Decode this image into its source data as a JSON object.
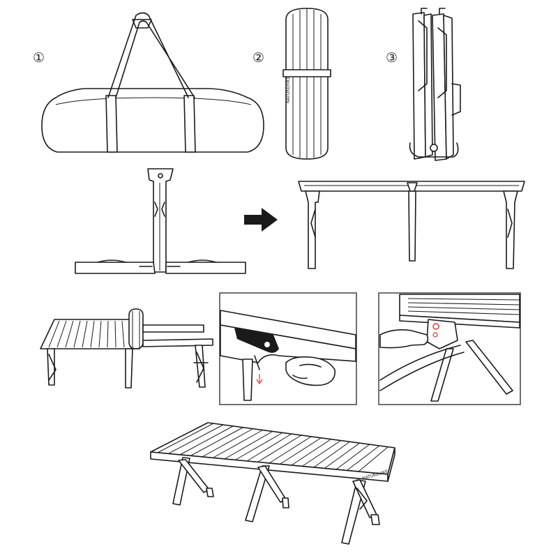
{
  "steps": [
    {
      "number": "①",
      "caption_icon": "carry-bag-icon"
    },
    {
      "number": "②",
      "caption_icon": "rolled-tabletop-icon"
    },
    {
      "number": "③",
      "caption_icon": "folded-frame-icon"
    }
  ],
  "logo_text": "NATUREHIKE",
  "colors": {
    "line": "#1a1a1a",
    "accent_marker": "#e0302a",
    "background": "#ffffff"
  },
  "panels": [
    "carry-bag",
    "rolled-tabletop",
    "folded-frame",
    "frame-half-open",
    "frame-unfolded",
    "tabletop-unrolling",
    "latch-detail",
    "lock-detail",
    "assembled-table"
  ]
}
